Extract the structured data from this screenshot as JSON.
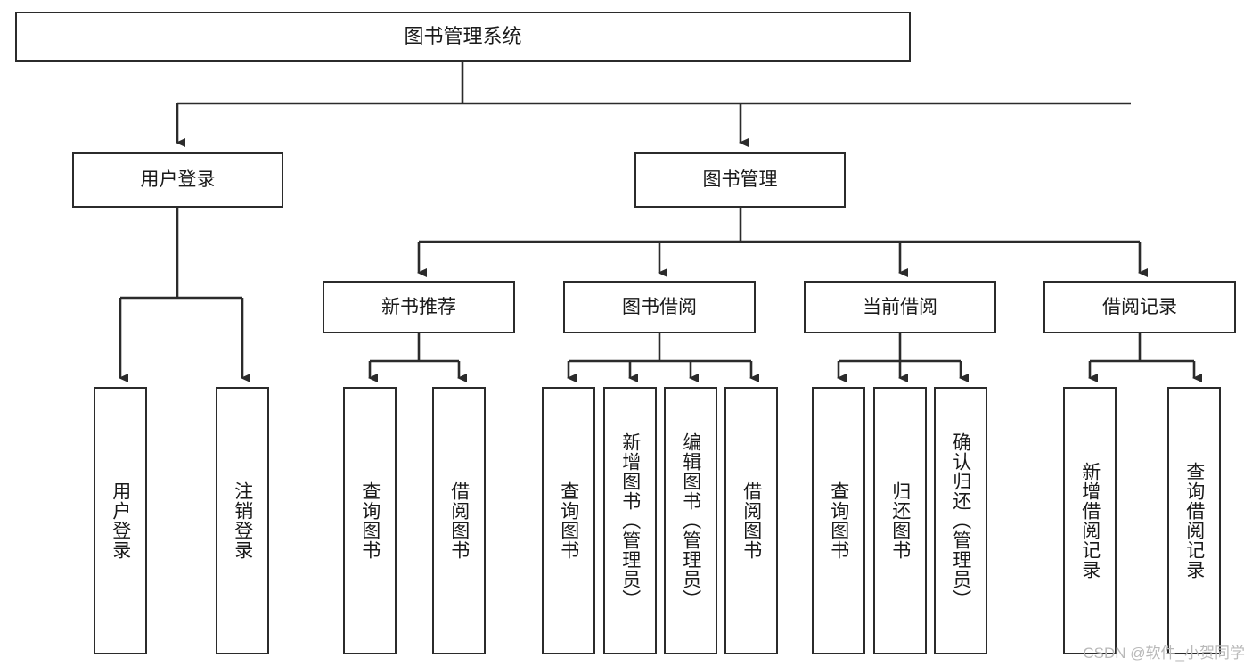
{
  "diagram": {
    "title": "图书管理系统",
    "orientation": "top-down tree",
    "watermark": "CSDN @软件_小贺同学",
    "colors": {
      "box_border": "#2b2b2b",
      "box_fill": "#ffffff",
      "line": "#2b2b2b",
      "text": "#1a1a1a",
      "watermark": "#b9b9b9"
    }
  },
  "nodes": {
    "root": {
      "label": "图书管理系统"
    },
    "level1": [
      {
        "label": "用户登录"
      },
      {
        "label": "图书管理"
      }
    ],
    "level2": [
      {
        "label": "新书推荐"
      },
      {
        "label": "图书借阅"
      },
      {
        "label": "当前借阅"
      },
      {
        "label": "借阅记录"
      }
    ],
    "leaves": {
      "user_login": [
        {
          "label": "用户登录"
        },
        {
          "label": "注销登录"
        }
      ],
      "new_book": [
        {
          "label": "查询图书"
        },
        {
          "label": "借阅图书"
        }
      ],
      "book_borrow": [
        {
          "label": "查询图书"
        },
        {
          "label": "新增图书（管理员）"
        },
        {
          "label": "编辑图书（管理员）"
        },
        {
          "label": "借阅图书"
        }
      ],
      "current_borrow": [
        {
          "label": "查询图书"
        },
        {
          "label": "归还图书"
        },
        {
          "label": "确认归还（管理员）"
        }
      ],
      "borrow_record": [
        {
          "label": "新增借阅记录"
        },
        {
          "label": "查询借阅记录"
        }
      ]
    }
  }
}
